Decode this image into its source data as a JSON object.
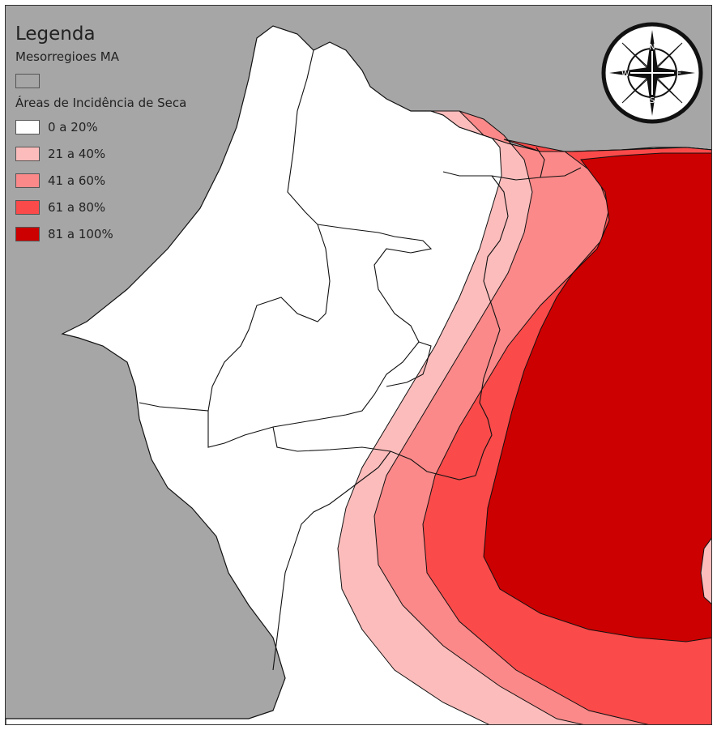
{
  "legend": {
    "title": "Legenda",
    "boundary_layer": "Mesorregioes MA",
    "boundary_swatch_color": "#a6a6a6",
    "classes_title": "Áreas de Incidência de Seca",
    "classes": [
      {
        "label": "0 a 20%",
        "color": "#ffffff"
      },
      {
        "label": "21 a 40%",
        "color": "#fdbcbc"
      },
      {
        "label": "41 a 60%",
        "color": "#fb8989"
      },
      {
        "label": "61 a 80%",
        "color": "#fa4a4a"
      },
      {
        "label": "81 a 100%",
        "color": "#cc0000"
      }
    ]
  },
  "compass": {
    "north": "N",
    "south": "S",
    "east": "E",
    "west": "W"
  },
  "map": {
    "background_color": "#a6a6a6",
    "boundary_color": "#111111"
  }
}
